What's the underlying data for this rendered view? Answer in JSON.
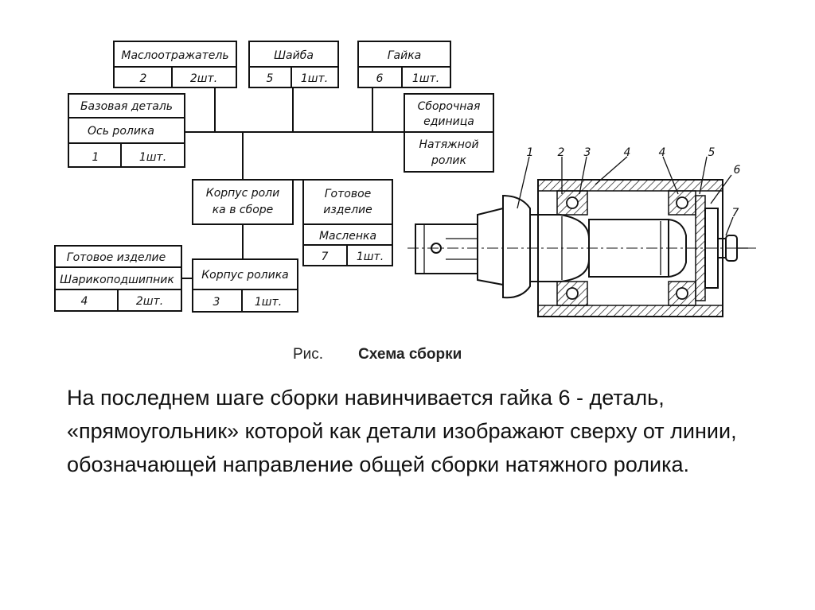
{
  "figure": {
    "boxes": {
      "deflector": {
        "title": "Маслоотражатель",
        "num": "2",
        "qty": "2шт."
      },
      "washer": {
        "title": "Шайба",
        "num": "5",
        "qty": "1шт."
      },
      "nut": {
        "title": "Гайка",
        "num": "6",
        "qty": "1шт."
      },
      "base": {
        "line1": "Базовая деталь",
        "line2": "Ось ролика",
        "num": "1",
        "qty": "1шт."
      },
      "subassembly": {
        "line1": "Сборочная",
        "line2": "единица",
        "line3": "Натяжной",
        "line4": "ролик"
      },
      "housing_assembled": {
        "line1": "Корпус роли",
        "line2": "ка в сборе"
      },
      "oiler": {
        "line1": "Готовое",
        "line2": "изделие",
        "line3": "Масленка",
        "num": "7",
        "qty": "1шт."
      },
      "bearing": {
        "line1": "Готовое изделие",
        "line2": "Шарикоподшипник",
        "num": "4",
        "qty": "2шт."
      },
      "housing": {
        "title": "Корпус ролика",
        "num": "3",
        "qty": "1шт."
      }
    },
    "callouts": [
      "1",
      "2",
      "3",
      "4",
      "4",
      "5",
      "6",
      "7"
    ]
  },
  "caption": {
    "prefix": "Рис.",
    "title": "Схема сборки"
  },
  "body_text": "На последнем шаге сборки навинчивается гайка 6  - деталь, «прямоугольник» которой как детали изображают сверху от линии, обозначающей направление общей сборки натяжного ролика."
}
